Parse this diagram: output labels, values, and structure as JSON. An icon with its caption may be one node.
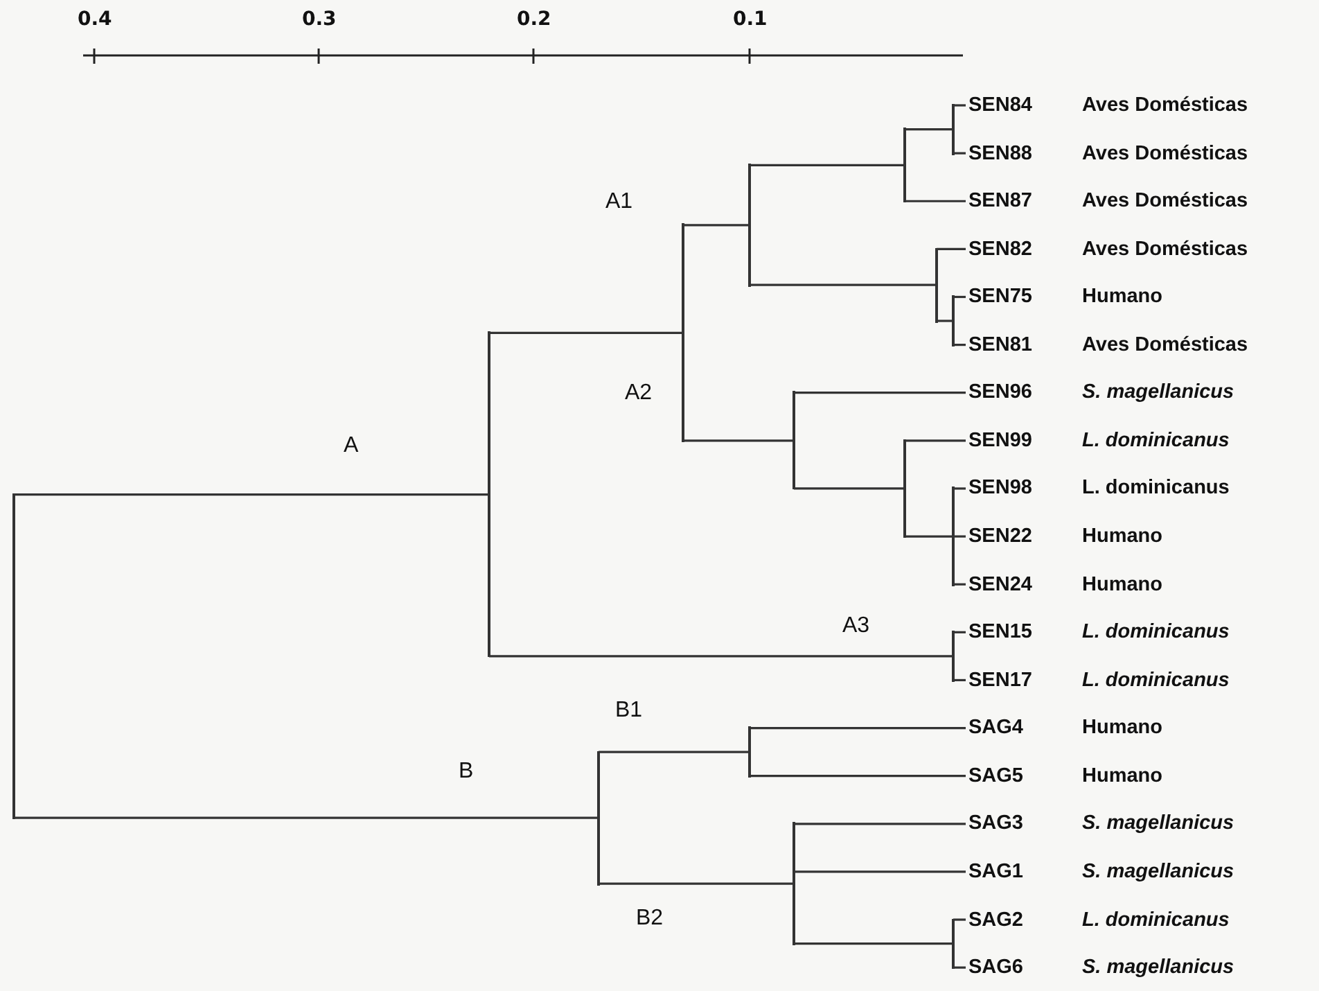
{
  "diagram": {
    "nodes": [
      {
        "text": [
          "SEN84",
          "Aves Domésticas"
        ]
      },
      {
        "text": [
          "SEN88",
          "Aves Domésticas"
        ]
      },
      {
        "text": [
          "SEN87",
          "Aves Domésticas"
        ]
      },
      {
        "text": [
          "SEN82",
          "Aves Domésticas"
        ]
      },
      {
        "text": [
          "SEN75",
          "Humano"
        ]
      },
      {
        "text": [
          "SEN81",
          "Aves Domésticas"
        ]
      },
      {
        "text": [
          "SEN96",
          "*S. magellanicus*"
        ]
      },
      {
        "text": [
          "SEN99",
          "*L. dominicanus*"
        ]
      },
      {
        "text": [
          "SEN98",
          "L. dominicanus"
        ]
      },
      {
        "text": [
          "SEN22",
          "Humano"
        ]
      },
      {
        "text": [
          "SEN24",
          "Humano"
        ]
      },
      {
        "text": [
          "SEN15",
          "*L. dominicanus*"
        ]
      },
      {
        "text": [
          "SEN17",
          "*L. dominicanus*"
        ]
      },
      {
        "text": [
          "SAG4",
          "Humano"
        ]
      },
      {
        "text": [
          "SAG5",
          "Humano"
        ]
      },
      {
        "text": [
          "SAG3",
          "*S. magellanicus*"
        ]
      },
      {
        "text": [
          "SAG1",
          "*S. magellanicus*"
        ]
      },
      {
        "text": [
          "SAG2",
          "*L. dominicanus*"
        ]
      },
      {
        "text": [
          "SAG6",
          "*S. magellanicus*"
        ]
      },
      {
        "text": [],
        "shape": "bar"
      },
      {
        "text": [],
        "shape": "bar"
      },
      {
        "text": [],
        "shape": "bar"
      },
      {
        "text": [],
        "shape": "bar"
      },
      {
        "text": [],
        "shape": "bar"
      },
      {
        "text": [],
        "shape": "bar"
      },
      {
        "text": [],
        "shape": "bar"
      },
      {
        "text": [],
        "shape": "bar"
      },
      {
        "text": [],
        "shape": "bar"
      },
      {
        "text": [],
        "shape": "bar"
      },
      {
        "text": [],
        "shape": "bar"
      },
      {
        "text": [],
        "shape": "bar"
      },
      {
        "text": [],
        "shape": "bar"
      },
      {
        "text": [],
        "shape": "bar"
      },
      {
        "text": [],
        "shape": "bar"
      },
      {
        "text": [],
        "shape": "bar"
      }
    ],
    "edges": [
      {
        "from": 19,
        "to": 20,
        "arrow": "none"
      },
      {
        "from": 19,
        "to": 28,
        "arrow": "none"
      },
      {
        "from": 20,
        "to": 21,
        "arrow": "none"
      },
      {
        "from": 20,
        "to": 27,
        "arrow": "none"
      },
      {
        "from": 21,
        "to": 22,
        "arrow": "none"
      },
      {
        "from": 21,
        "to": 25,
        "arrow": "none"
      },
      {
        "from": 22,
        "to": 23,
        "arrow": "none"
      },
      {
        "from": 22,
        "to": 24,
        "arrow": "none"
      },
      {
        "from": 23,
        "to": 31,
        "arrow": "none"
      },
      {
        "from": 23,
        "to": 2,
        "arrow": "none"
      },
      {
        "from": 24,
        "to": 3,
        "arrow": "none"
      },
      {
        "from": 24,
        "to": 32,
        "arrow": "none"
      },
      {
        "from": 25,
        "to": 6,
        "arrow": "none"
      },
      {
        "from": 25,
        "to": 26,
        "arrow": "none"
      },
      {
        "from": 26,
        "to": 7,
        "arrow": "none"
      },
      {
        "from": 26,
        "to": 33,
        "arrow": "none"
      },
      {
        "from": 27,
        "to": 11,
        "arrow": "none"
      },
      {
        "from": 27,
        "to": 12,
        "arrow": "none"
      },
      {
        "from": 28,
        "to": 29,
        "arrow": "none"
      },
      {
        "from": 28,
        "to": 30,
        "arrow": "none"
      },
      {
        "from": 29,
        "to": 13,
        "arrow": "none"
      },
      {
        "from": 29,
        "to": 14,
        "arrow": "none"
      },
      {
        "from": 30,
        "to": 15,
        "arrow": "none"
      },
      {
        "from": 30,
        "to": 16,
        "arrow": "none"
      },
      {
        "from": 30,
        "to": 34,
        "arrow": "none"
      },
      {
        "from": 31,
        "to": 0,
        "arrow": "none"
      },
      {
        "from": 31,
        "to": 1,
        "arrow": "none"
      },
      {
        "from": 32,
        "to": 4,
        "arrow": "none"
      },
      {
        "from": 32,
        "to": 5,
        "arrow": "none"
      },
      {
        "from": 33,
        "to": 8,
        "arrow": "none"
      },
      {
        "from": 33,
        "to": 9,
        "arrow": "none"
      },
      {
        "from": 33,
        "to": 10,
        "arrow": "none"
      },
      {
        "from": 34,
        "to": 17,
        "arrow": "none"
      },
      {
        "from": 34,
        "to": 18,
        "arrow": "none"
      }
    ],
    "labels": [
      "0.4",
      "0.3",
      "0.2",
      "0.1",
      "A1",
      "A2",
      "A",
      "A3",
      "B1",
      "B",
      "B2"
    ]
  }
}
